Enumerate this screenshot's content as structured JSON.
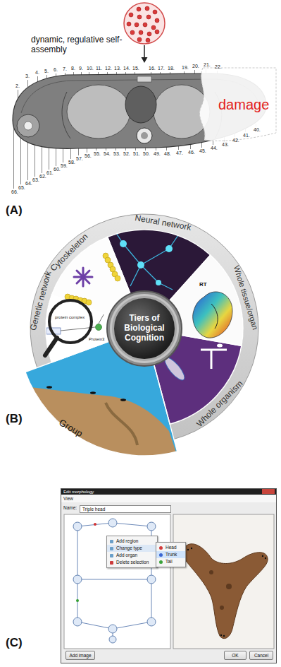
{
  "diagram": {
    "nodes": [
      {
        "text": [
          "Tiers of Biological Cognition"
        ]
      },
      {
        "text": [
          "Edit morphology"
        ]
      },
      {
        "text": [
          "Triple head"
        ],
        "in": 1
      },
      {
        "text": [
          "Add region",
          "Change type",
          "Add organ",
          "Delete selection"
        ],
        "in": 1
      },
      {
        "text": [
          "Head",
          "Trunk",
          "Tail"
        ],
        "in": 1
      },
      {
        "text": [
          "Add image"
        ],
        "in": 1
      },
      {
        "text": [
          "OK"
        ],
        "in": 1
      },
      {
        "text": [
          "Cancel"
        ],
        "in": 1
      }
    ],
    "labels": [
      "dynamic, regulative self-assembly",
      "damage",
      "2.",
      "3.",
      "4.",
      "5.",
      "6.",
      "7.",
      "8.",
      "9.",
      "10.",
      "11.",
      "12.",
      "13.",
      "14.",
      "15.",
      "16.",
      "17.",
      "18.",
      "19.",
      "20.",
      "21.",
      "22.",
      "40.",
      "41.",
      "42.",
      "43.",
      "44.",
      "45.",
      "46.",
      "47.",
      "48.",
      "49.",
      "50.",
      "51.",
      "52.",
      "53.",
      "54.",
      "55.",
      "56.",
      "57.",
      "58.",
      "59.",
      "60.",
      "61.",
      "62.",
      "63.",
      "64.",
      "65.",
      "66.",
      "(A)",
      "Cytoskeleton",
      "Neural network",
      "Whole tissue/organ",
      "Whole organism",
      "Group",
      "Genetic network",
      "RT",
      "protein complex",
      "Protein3",
      "(B)",
      "View",
      "Name:",
      "(C)"
    ]
  }
}
